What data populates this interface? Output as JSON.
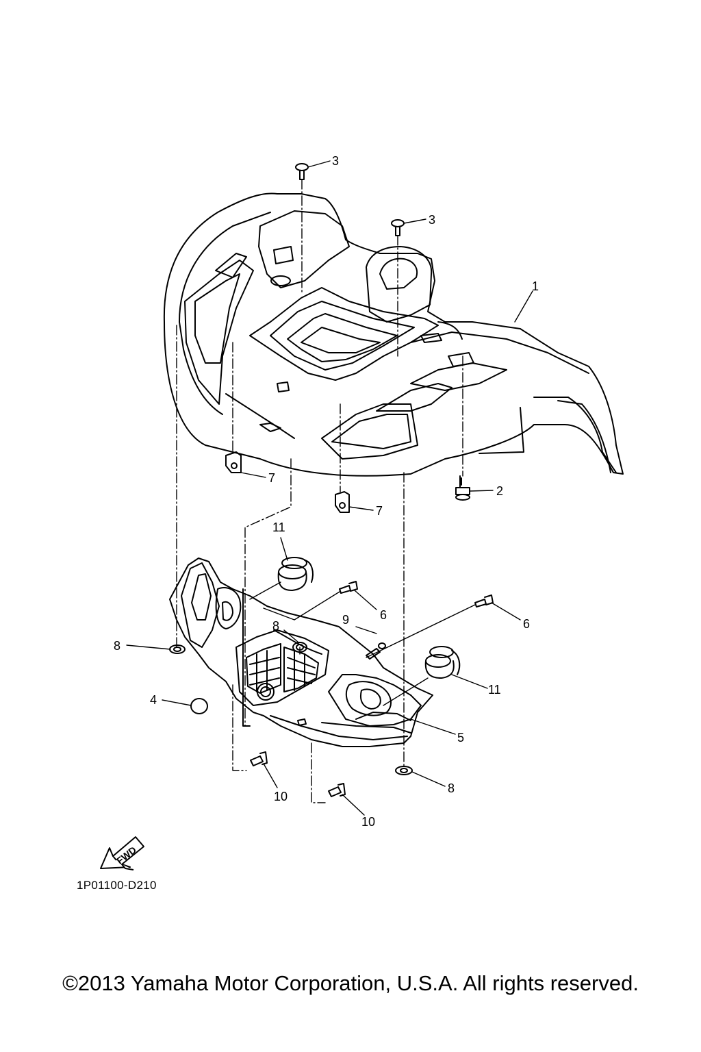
{
  "diagram": {
    "code": "1P01100-D210",
    "fwd_label": "FWD",
    "copyright": "©2013 Yamaha Motor Corporation, U.S.A. All rights reserved.",
    "callouts": [
      {
        "id": "c3a",
        "label": "3"
      },
      {
        "id": "c3b",
        "label": "3"
      },
      {
        "id": "c1",
        "label": "1"
      },
      {
        "id": "c2",
        "label": "2"
      },
      {
        "id": "c7a",
        "label": "7"
      },
      {
        "id": "c7b",
        "label": "7"
      },
      {
        "id": "c11a",
        "label": "11"
      },
      {
        "id": "c6a",
        "label": "6"
      },
      {
        "id": "c6b",
        "label": "6"
      },
      {
        "id": "c9",
        "label": "9"
      },
      {
        "id": "c8a",
        "label": "8"
      },
      {
        "id": "c8b",
        "label": "8"
      },
      {
        "id": "c8c",
        "label": "8"
      },
      {
        "id": "c4",
        "label": "4"
      },
      {
        "id": "c11b",
        "label": "11"
      },
      {
        "id": "c5",
        "label": "5"
      },
      {
        "id": "c10a",
        "label": "10"
      },
      {
        "id": "c10b",
        "label": "10"
      }
    ]
  }
}
